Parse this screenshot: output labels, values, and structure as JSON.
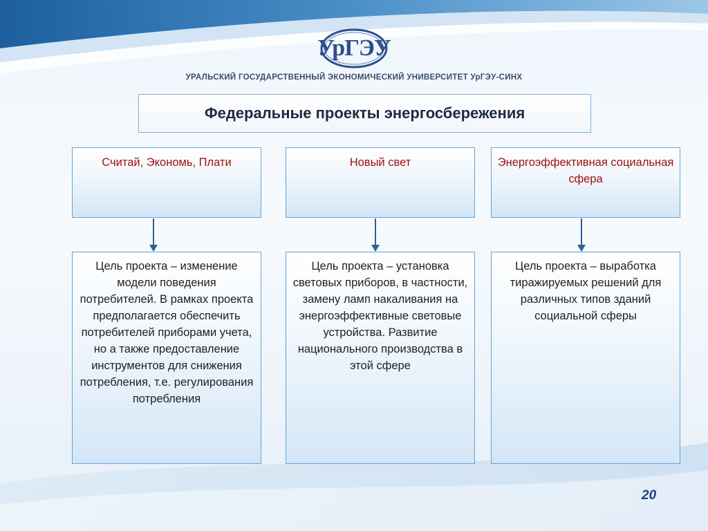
{
  "header": {
    "logo_text": "УрГЭУ",
    "university": "УРАЛЬСКИЙ ГОСУДАРСТВЕННЫЙ ЭКОНОМИЧЕСКИЙ УНИВЕРСИТЕТ УрГЭУ-СИНХ"
  },
  "title": "Федеральные проекты энергосбережения",
  "projects": [
    {
      "name": "Считай, Экономь, Плати",
      "goal": "Цель проекта – изменение модели поведения потребителей. В рамках проекта предполагается обеспечить потребителей приборами учета, но  а также предоставление инструментов для снижения потребления, т.е. регулирования потребления"
    },
    {
      "name": "Новый свет",
      "goal": "Цель проекта – установка световых приборов, в частности, замену ламп накаливания на энергоэффективные световые устройства. Развитие национального производства в этой сфере"
    },
    {
      "name": "Энергоэффективная социальная сфера",
      "goal": "Цель  проекта – выработка тиражируемых решений для различных типов зданий социальной сферы"
    }
  ],
  "page_number": "20",
  "colors": {
    "border": "#5fa5d6",
    "project_name": "#a01010",
    "arrow": "#2b5f95",
    "page_number": "#1e3f7a"
  }
}
